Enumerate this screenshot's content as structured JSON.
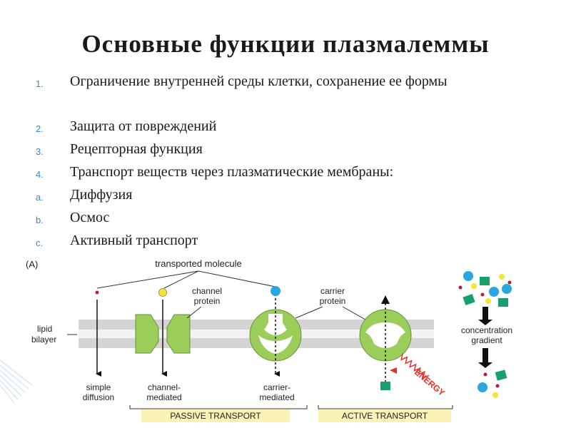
{
  "slide": {
    "title": "Основные функции плазмалеммы",
    "items": [
      {
        "marker": "1.",
        "text": "Ограничение внутренней среды клетки, сохранение ее формы"
      },
      {
        "marker": "2.",
        "text": "Защита от повреждений"
      },
      {
        "marker": "3.",
        "text": "Рецепторная функция"
      },
      {
        "marker": "4.",
        "text": "Транспорт веществ через плазматические мембраны:"
      },
      {
        "marker": "a.",
        "text": "Диффузия"
      },
      {
        "marker": "b.",
        "text": "Осмос"
      },
      {
        "marker": "c.",
        "text": "Активный транспорт"
      }
    ]
  },
  "figure": {
    "panel_label": "(A)",
    "transported_molecule": "transported molecule",
    "lipid_bilayer": [
      "lipid",
      "bilayer"
    ],
    "channel_protein": [
      "channel",
      "protein"
    ],
    "carrier_protein": [
      "carrier",
      "protein"
    ],
    "simple_diffusion": [
      "simple",
      "diffusion"
    ],
    "channel_mediated": [
      "channel-",
      "mediated"
    ],
    "carrier_mediated": [
      "carrier-",
      "mediated"
    ],
    "energy": "ENERGY",
    "concentration_gradient": [
      "concentration",
      "gradient"
    ],
    "passive_transport": "PASSIVE TRANSPORT",
    "active_transport": "ACTIVE TRANSPORT"
  },
  "colors": {
    "membrane": "#d9d9d9",
    "protein_green": "#9acd5a",
    "protein_outline": "#6b8f3a",
    "blue_molecule": "#29a8e0",
    "yellow_molecule": "#f2e531",
    "red_molecule": "#b0203a",
    "green_molecule": "#17a06a",
    "energy_red": "#e8302a",
    "label_box": "#fbf3b5",
    "list_marker": "#3b86c6"
  }
}
